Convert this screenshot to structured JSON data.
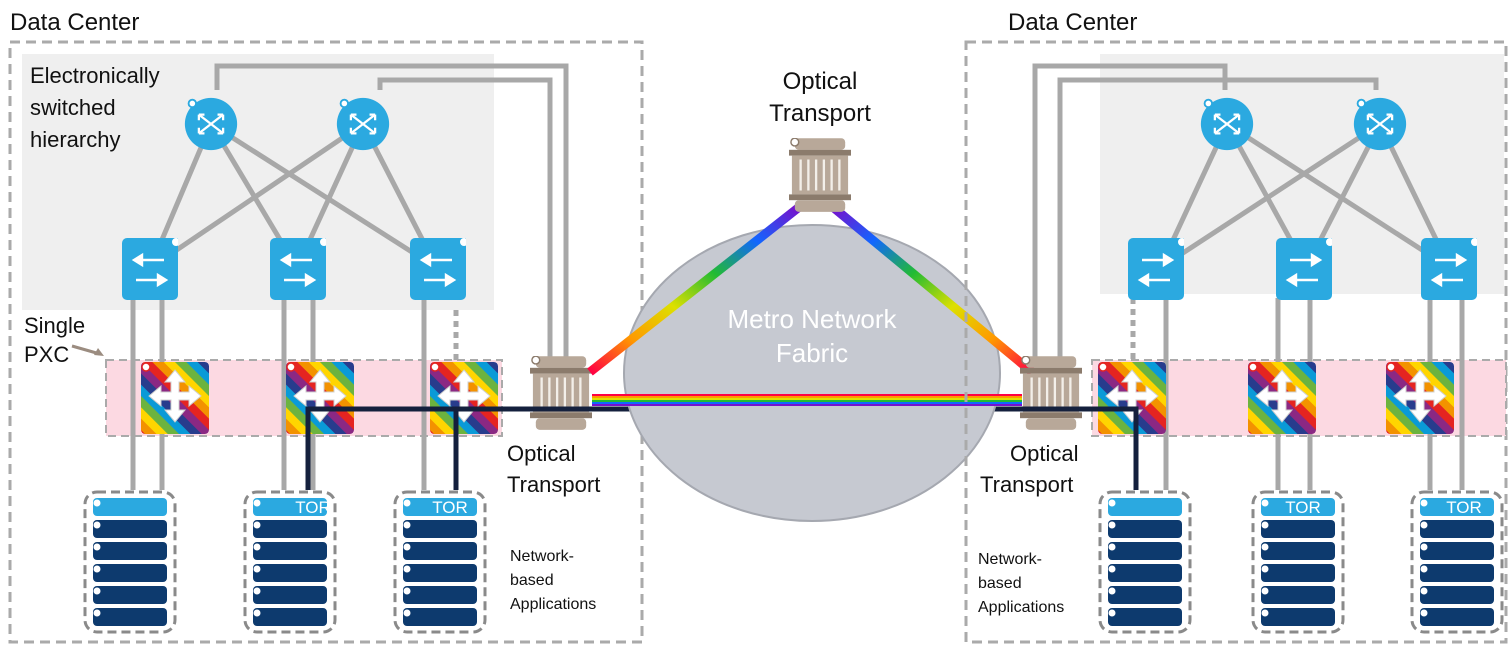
{
  "left": {
    "title": "Data Center",
    "hierarchy_label": [
      "Electronically",
      "switched",
      "hierarchy"
    ],
    "pxc_label": [
      "Single",
      "PXC"
    ],
    "optical_label": [
      "Optical",
      "Transport"
    ],
    "apps_label": [
      "Network-",
      "based",
      "Applications"
    ],
    "tor_label": "TOR"
  },
  "right": {
    "title": "Data Center",
    "optical_label": [
      "Optical",
      "Transport"
    ],
    "apps_label": [
      "Network-",
      "based",
      "Applications"
    ],
    "tor_label": "TOR"
  },
  "center": {
    "optical_label": [
      "Optical",
      "Transport"
    ],
    "metro_label": [
      "Metro Network",
      "Fabric"
    ]
  },
  "colors": {
    "dashed_border": "#aaaaaa",
    "hierarchy_bg": "#efefef",
    "pxc_bg": "#fcd9e2",
    "router_blue": "#2ba9e0",
    "server_navy": "#0d3a6e",
    "metro_cloud": "#c6c9d1",
    "link_gray": "#a8a8a8",
    "app_link": "#14203d",
    "transport_brown": "#b8a899"
  },
  "icons": [
    "router-icon",
    "switch-icon",
    "pxc-icon",
    "optical-transport-icon",
    "server-rack-icon"
  ]
}
